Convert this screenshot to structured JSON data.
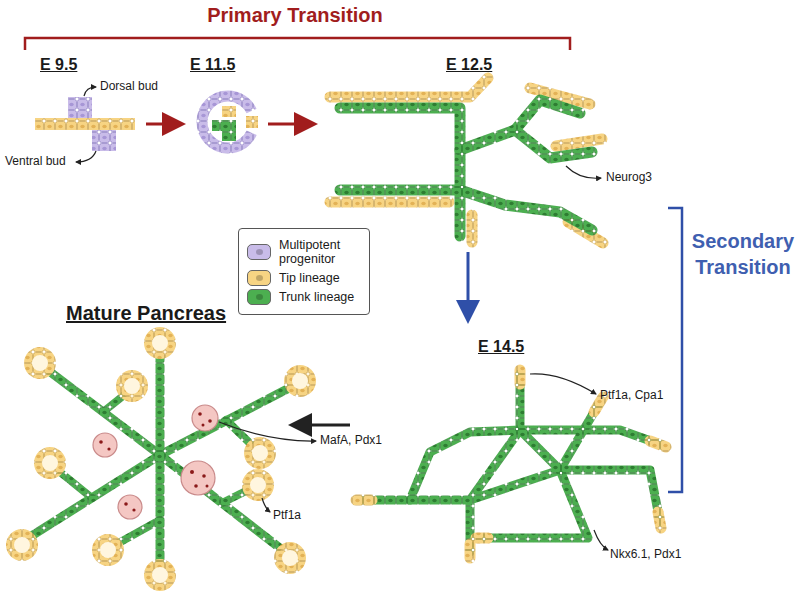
{
  "diagram": {
    "labels": [
      "Primary Transition",
      "E 9.5",
      "E 11.5",
      "E 12.5",
      "Dorsal bud",
      "Ventral bud",
      "Neurog3",
      "Secondary Transition",
      "E 14.5",
      "Mature Pancreas",
      "Ptf1a, Cpa1",
      "Nkx6.1, Pdx1",
      "MafA, Pdx1",
      "Ptf1a"
    ],
    "legend": [
      {
        "text": "Multipotent progenitor",
        "color": "#c9bce9"
      },
      {
        "text": "Tip lineage",
        "color": "#f7d483"
      },
      {
        "text": "Trunk lineage",
        "color": "#4caf50"
      }
    ]
  }
}
